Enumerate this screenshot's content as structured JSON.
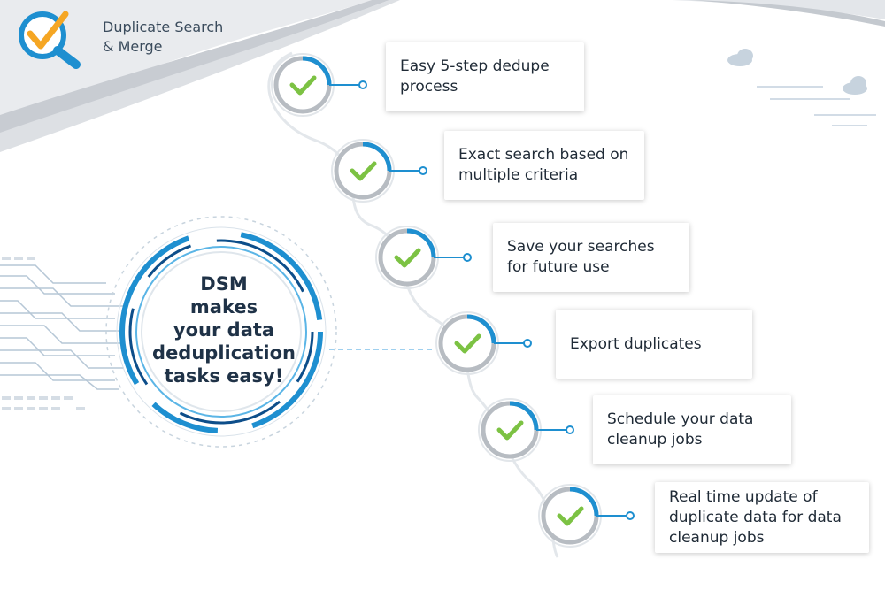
{
  "brand": {
    "name_line1": "Duplicate Search",
    "name_line2": "& Merge",
    "logo_icon": "magnifier-check-icon",
    "accent_blue": "#1e8fd0",
    "accent_orange": "#f5a623"
  },
  "hub": {
    "lines": [
      "DSM",
      "makes",
      "your data",
      "deduplication",
      "tasks easy!"
    ]
  },
  "features": [
    {
      "icon": "check-icon",
      "lines": [
        "Easy 5-step dedupe",
        "process"
      ]
    },
    {
      "icon": "check-icon",
      "lines": [
        "Exact search based on",
        "multiple criteria"
      ]
    },
    {
      "icon": "check-icon",
      "lines": [
        "Save your searches",
        "for future use"
      ]
    },
    {
      "icon": "check-icon",
      "lines": [
        "Export duplicates"
      ]
    },
    {
      "icon": "check-icon",
      "lines": [
        "Schedule your data",
        "cleanup jobs"
      ]
    },
    {
      "icon": "check-icon",
      "lines": [
        "Real time update of",
        "duplicate data for data",
        "cleanup jobs"
      ]
    }
  ],
  "colors": {
    "check_green": "#7cc243",
    "ring_blue": "#1e8fd0",
    "ring_gray": "#b7bcc2",
    "text_dark": "#1f3247"
  }
}
